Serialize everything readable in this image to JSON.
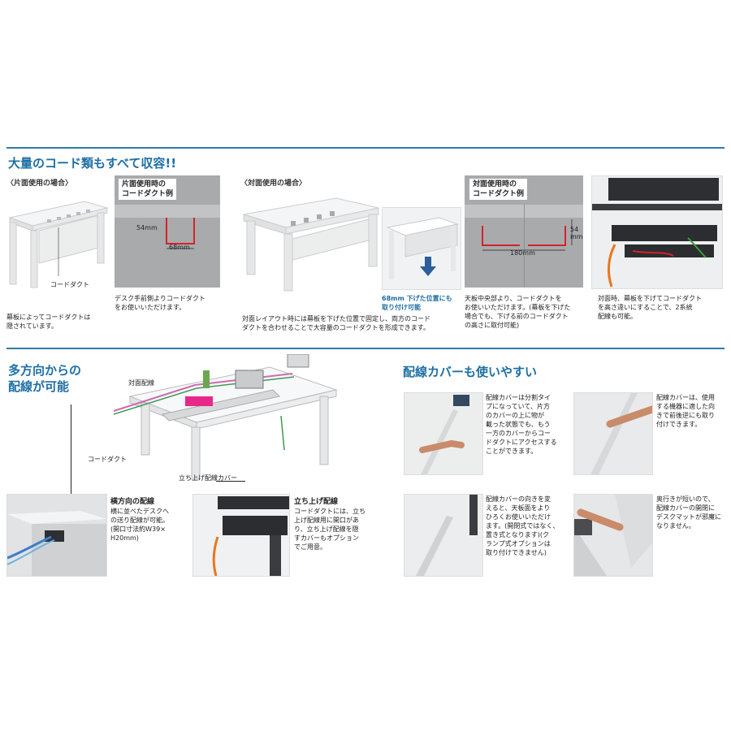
{
  "section1": {
    "title": "大量のコード類もすべて収容!!",
    "single": {
      "header": "〈片面使用の場合〉",
      "duct_label": "コードダクト",
      "caption": [
        "幕板によってコードダクトは",
        "隠されています。"
      ],
      "example_title": [
        "片面使用時の",
        "コードダクト例"
      ],
      "dim_h": "54mm",
      "dim_w": "68mm",
      "example_caption": [
        "デスク手前側よりコードダクト",
        "をお使いいただけます。"
      ]
    },
    "facing": {
      "header": "〈対面使用の場合〉",
      "caption": [
        "対面レイアウト時には幕板を下げた位置で固定し、両方のコード",
        "ダクトを合わせることで大容量のコードダクトを形成できます。"
      ],
      "lowered_caption": [
        "68mm 下げた位置にも",
        "取り付け可能"
      ],
      "example_title": [
        "対面使用時の",
        "コードダクト例"
      ],
      "dim_w": "180mm",
      "dim_h": "54\nmm",
      "example_caption": [
        "天板中央部より、コードダクトを",
        "お使いいただけます。(幕板を下げた",
        "場合でも、下げる前のコードダクト",
        "の高さに取付可能)"
      ],
      "photo_caption": [
        "対面時、幕板を下げてコードダクト",
        "を高さ違いにすることで、2系統",
        "配線も可能。"
      ]
    }
  },
  "section2": {
    "title": [
      "多方向からの",
      "配線が可能"
    ],
    "labels": {
      "facing_wiring": "対面配線",
      "duct": "コードダクト",
      "riser_cover": "立ち上げ配線カバー"
    },
    "lateral": {
      "title": "横方向の配線",
      "text": [
        "横に並べたデスクへ",
        "の送り配線が可能。",
        "(開口寸法約W39×",
        "H20mm)"
      ]
    },
    "riser": {
      "title": "立ち上げ配線",
      "text": [
        "コードダクトには、立ち",
        "上げ配線用に開口があ",
        "り、立ち上げ配線を隠",
        "すカバーもオプション",
        "でご用意。"
      ]
    }
  },
  "section3": {
    "title": "配線カバーも使いやすい",
    "items": [
      {
        "text": [
          "配線カバーは分割タイ",
          "プになっていて、片方",
          "のカバーの上に物が",
          "載った状態でも、もう",
          "一方のカバーからコー",
          "ドダクトにアクセスする",
          "ことができます。"
        ]
      },
      {
        "text": [
          "配線カバーは、使用",
          "する機器に適した向",
          "きで前後逆にも取り",
          "付けできます。"
        ]
      },
      {
        "text": [
          "配線カバーの向きを変",
          "えると、天板面をより",
          "ひろくお使いいただけ",
          "ます。(開閉式ではなく、",
          "置き式となります)(ク",
          "ランプ式オプションは",
          "取り付けできません)"
        ]
      },
      {
        "text": [
          "奥行きが短いので、",
          "配線カバーの開閉に",
          "デスクマットが邪魔に",
          "なりません。"
        ]
      }
    ]
  },
  "colors": {
    "accent": "#1e6fa3",
    "rule": "#2f7aa8",
    "dimension": "#d2232a",
    "panel": "#a9aaac"
  }
}
